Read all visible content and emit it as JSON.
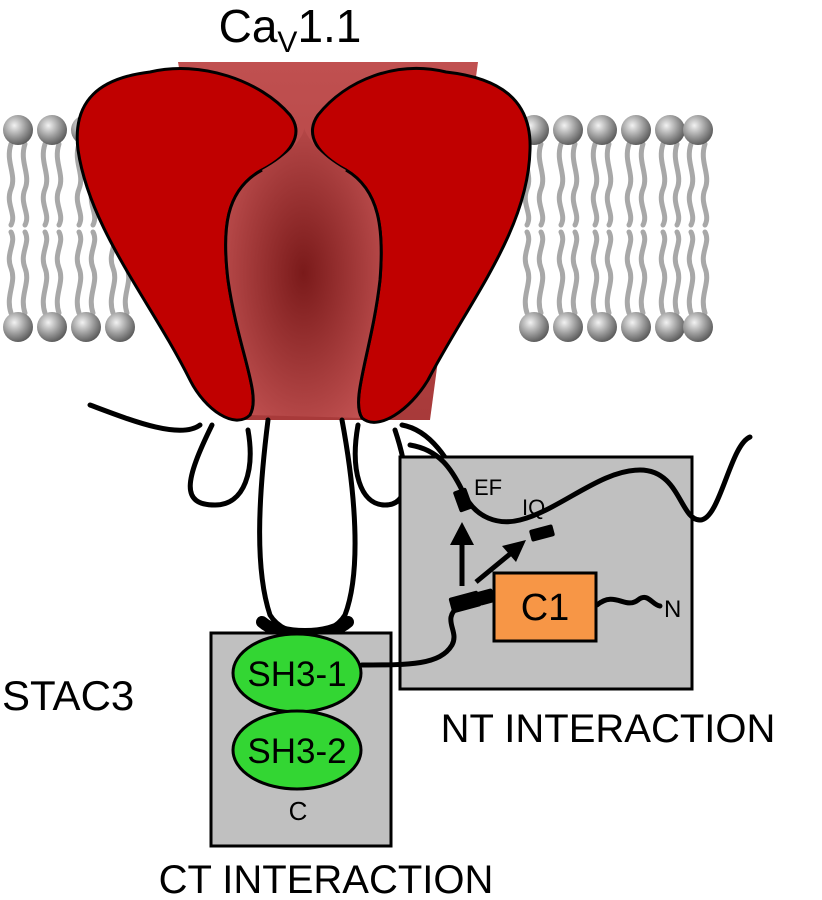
{
  "title": {
    "main": "Ca",
    "subscript": "V",
    "suffix": "1.1"
  },
  "labels": {
    "stac3": "STAC3",
    "ct_interaction": "CT INTERACTION",
    "nt_interaction": "NT INTERACTION",
    "sh3_1": "SH3-1",
    "sh3_2": "SH3-2",
    "c1": "C1",
    "c_terminus": "C",
    "n_terminus": "N",
    "ef": "EF",
    "iq": "IQ"
  },
  "colors": {
    "channel_red": "#c00000",
    "pore_dark": "#8c2a2a",
    "pore_light": "#c05050",
    "lipid_head": "#8a8a8a",
    "lipid_tail": "#a8a8a8",
    "interaction_box": "#c0c0c0",
    "sh3_green": "#33d633",
    "c1_orange": "#f79646"
  }
}
